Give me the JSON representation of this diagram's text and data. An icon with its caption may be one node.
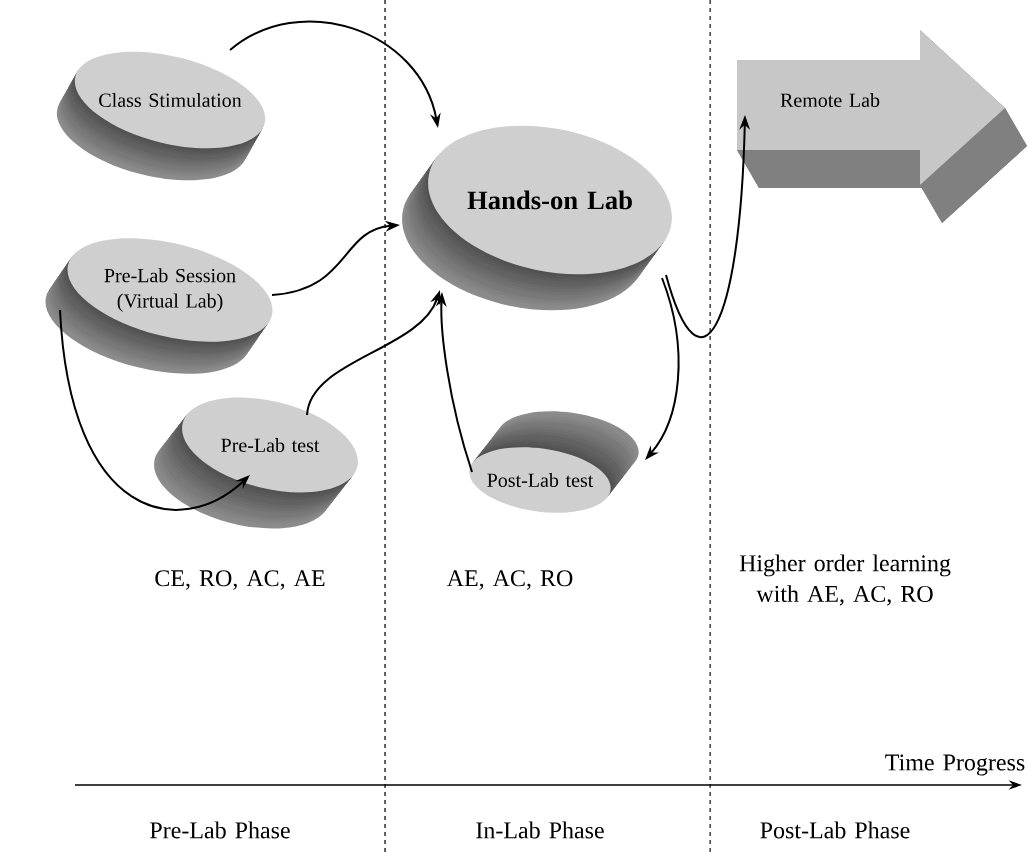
{
  "diagram": {
    "nodes": [
      {
        "text": [
          "Class Stimulation"
        ]
      },
      {
        "text": [
          "Pre-Lab Session (Virtual Lab)"
        ]
      },
      {
        "text": [
          "Pre-Lab test"
        ]
      },
      {
        "text": [
          "Hands-on Lab"
        ]
      },
      {
        "text": [
          "Post-Lab test"
        ]
      },
      {
        "text": [
          "Remote Lab"
        ]
      }
    ],
    "edges": [
      {
        "from": 0,
        "to": 3,
        "arrow": "to"
      },
      {
        "from": 1,
        "to": 3,
        "arrow": "to"
      },
      {
        "from": 1,
        "to": 2,
        "arrow": "to"
      },
      {
        "from": 2,
        "to": 3,
        "arrow": "to"
      },
      {
        "from": 4,
        "to": 3,
        "arrow": "to"
      },
      {
        "from": 3,
        "to": 4,
        "arrow": "to"
      },
      {
        "from": 3,
        "to": 5,
        "arrow": "to"
      }
    ],
    "labels": [
      "CE, RO, AC, AE",
      "AE, AC, RO",
      "Higher order learning with AE, AC, RO",
      "Time Progress",
      "Pre-Lab Phase",
      "In-Lab Phase",
      "Post-Lab Phase"
    ]
  }
}
